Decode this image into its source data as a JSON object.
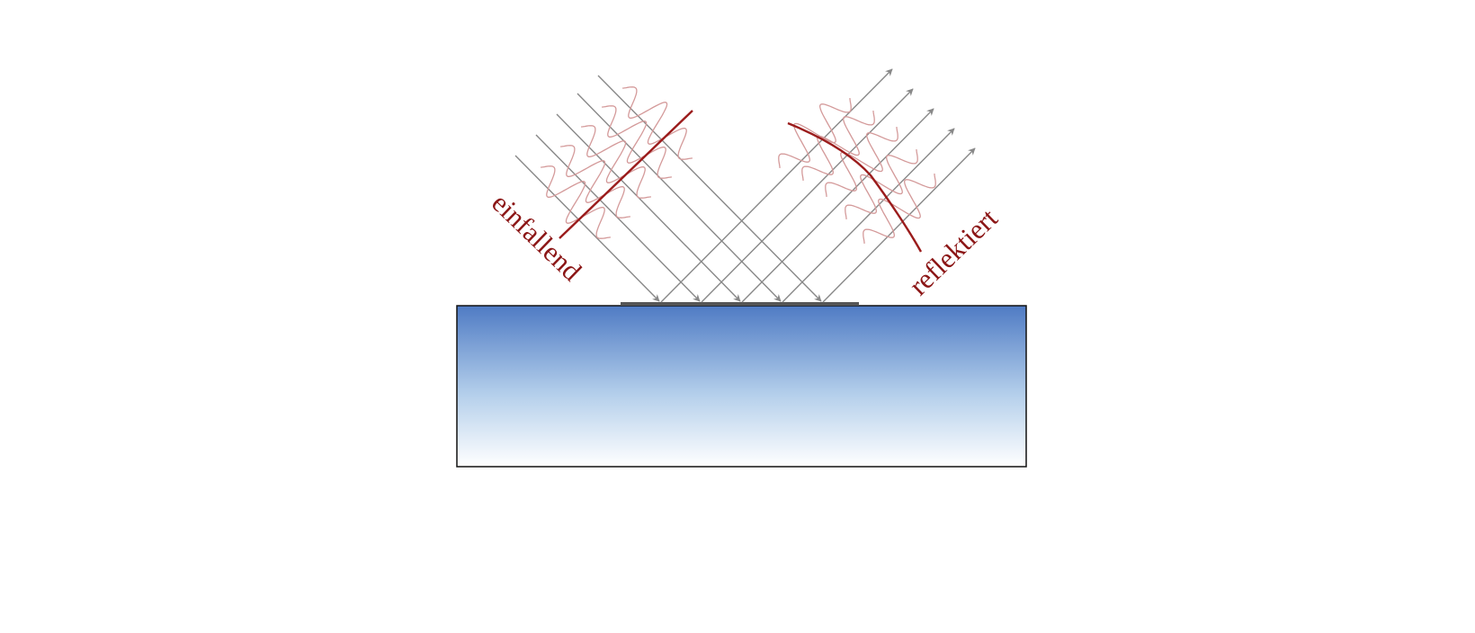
{
  "labels": {
    "incident": "einfallend",
    "reflected": "reflektiert"
  },
  "colors": {
    "ray": "#888888",
    "wave": "#d49a9a",
    "wavefront": "#9b1c1c",
    "label": "#8b1515",
    "surface_top": "#4f7bc4",
    "surface_bottom": "#ffffff",
    "surface_border": "#111111",
    "mirror_strip": "#555555"
  },
  "icons": {
    "ray_arrow": "arrowhead"
  },
  "diagram": {
    "incident_ray_count": 5,
    "reflected_ray_count": 5
  }
}
